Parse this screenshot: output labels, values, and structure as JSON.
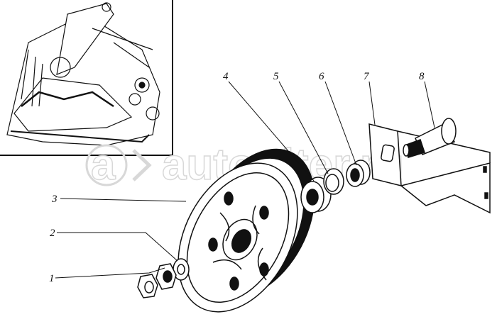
{
  "diagram": {
    "callouts": [
      {
        "id": "1",
        "label": "1"
      },
      {
        "id": "2",
        "label": "2"
      },
      {
        "id": "3",
        "label": "3"
      },
      {
        "id": "4",
        "label": "4"
      },
      {
        "id": "5",
        "label": "5"
      },
      {
        "id": "6",
        "label": "6"
      },
      {
        "id": "7",
        "label": "7"
      },
      {
        "id": "8",
        "label": "8"
      }
    ],
    "watermark": "autopiter.ru",
    "colors": {
      "ink": "#111111",
      "watermark": "#d8d8d8",
      "background": "#ffffff"
    }
  }
}
